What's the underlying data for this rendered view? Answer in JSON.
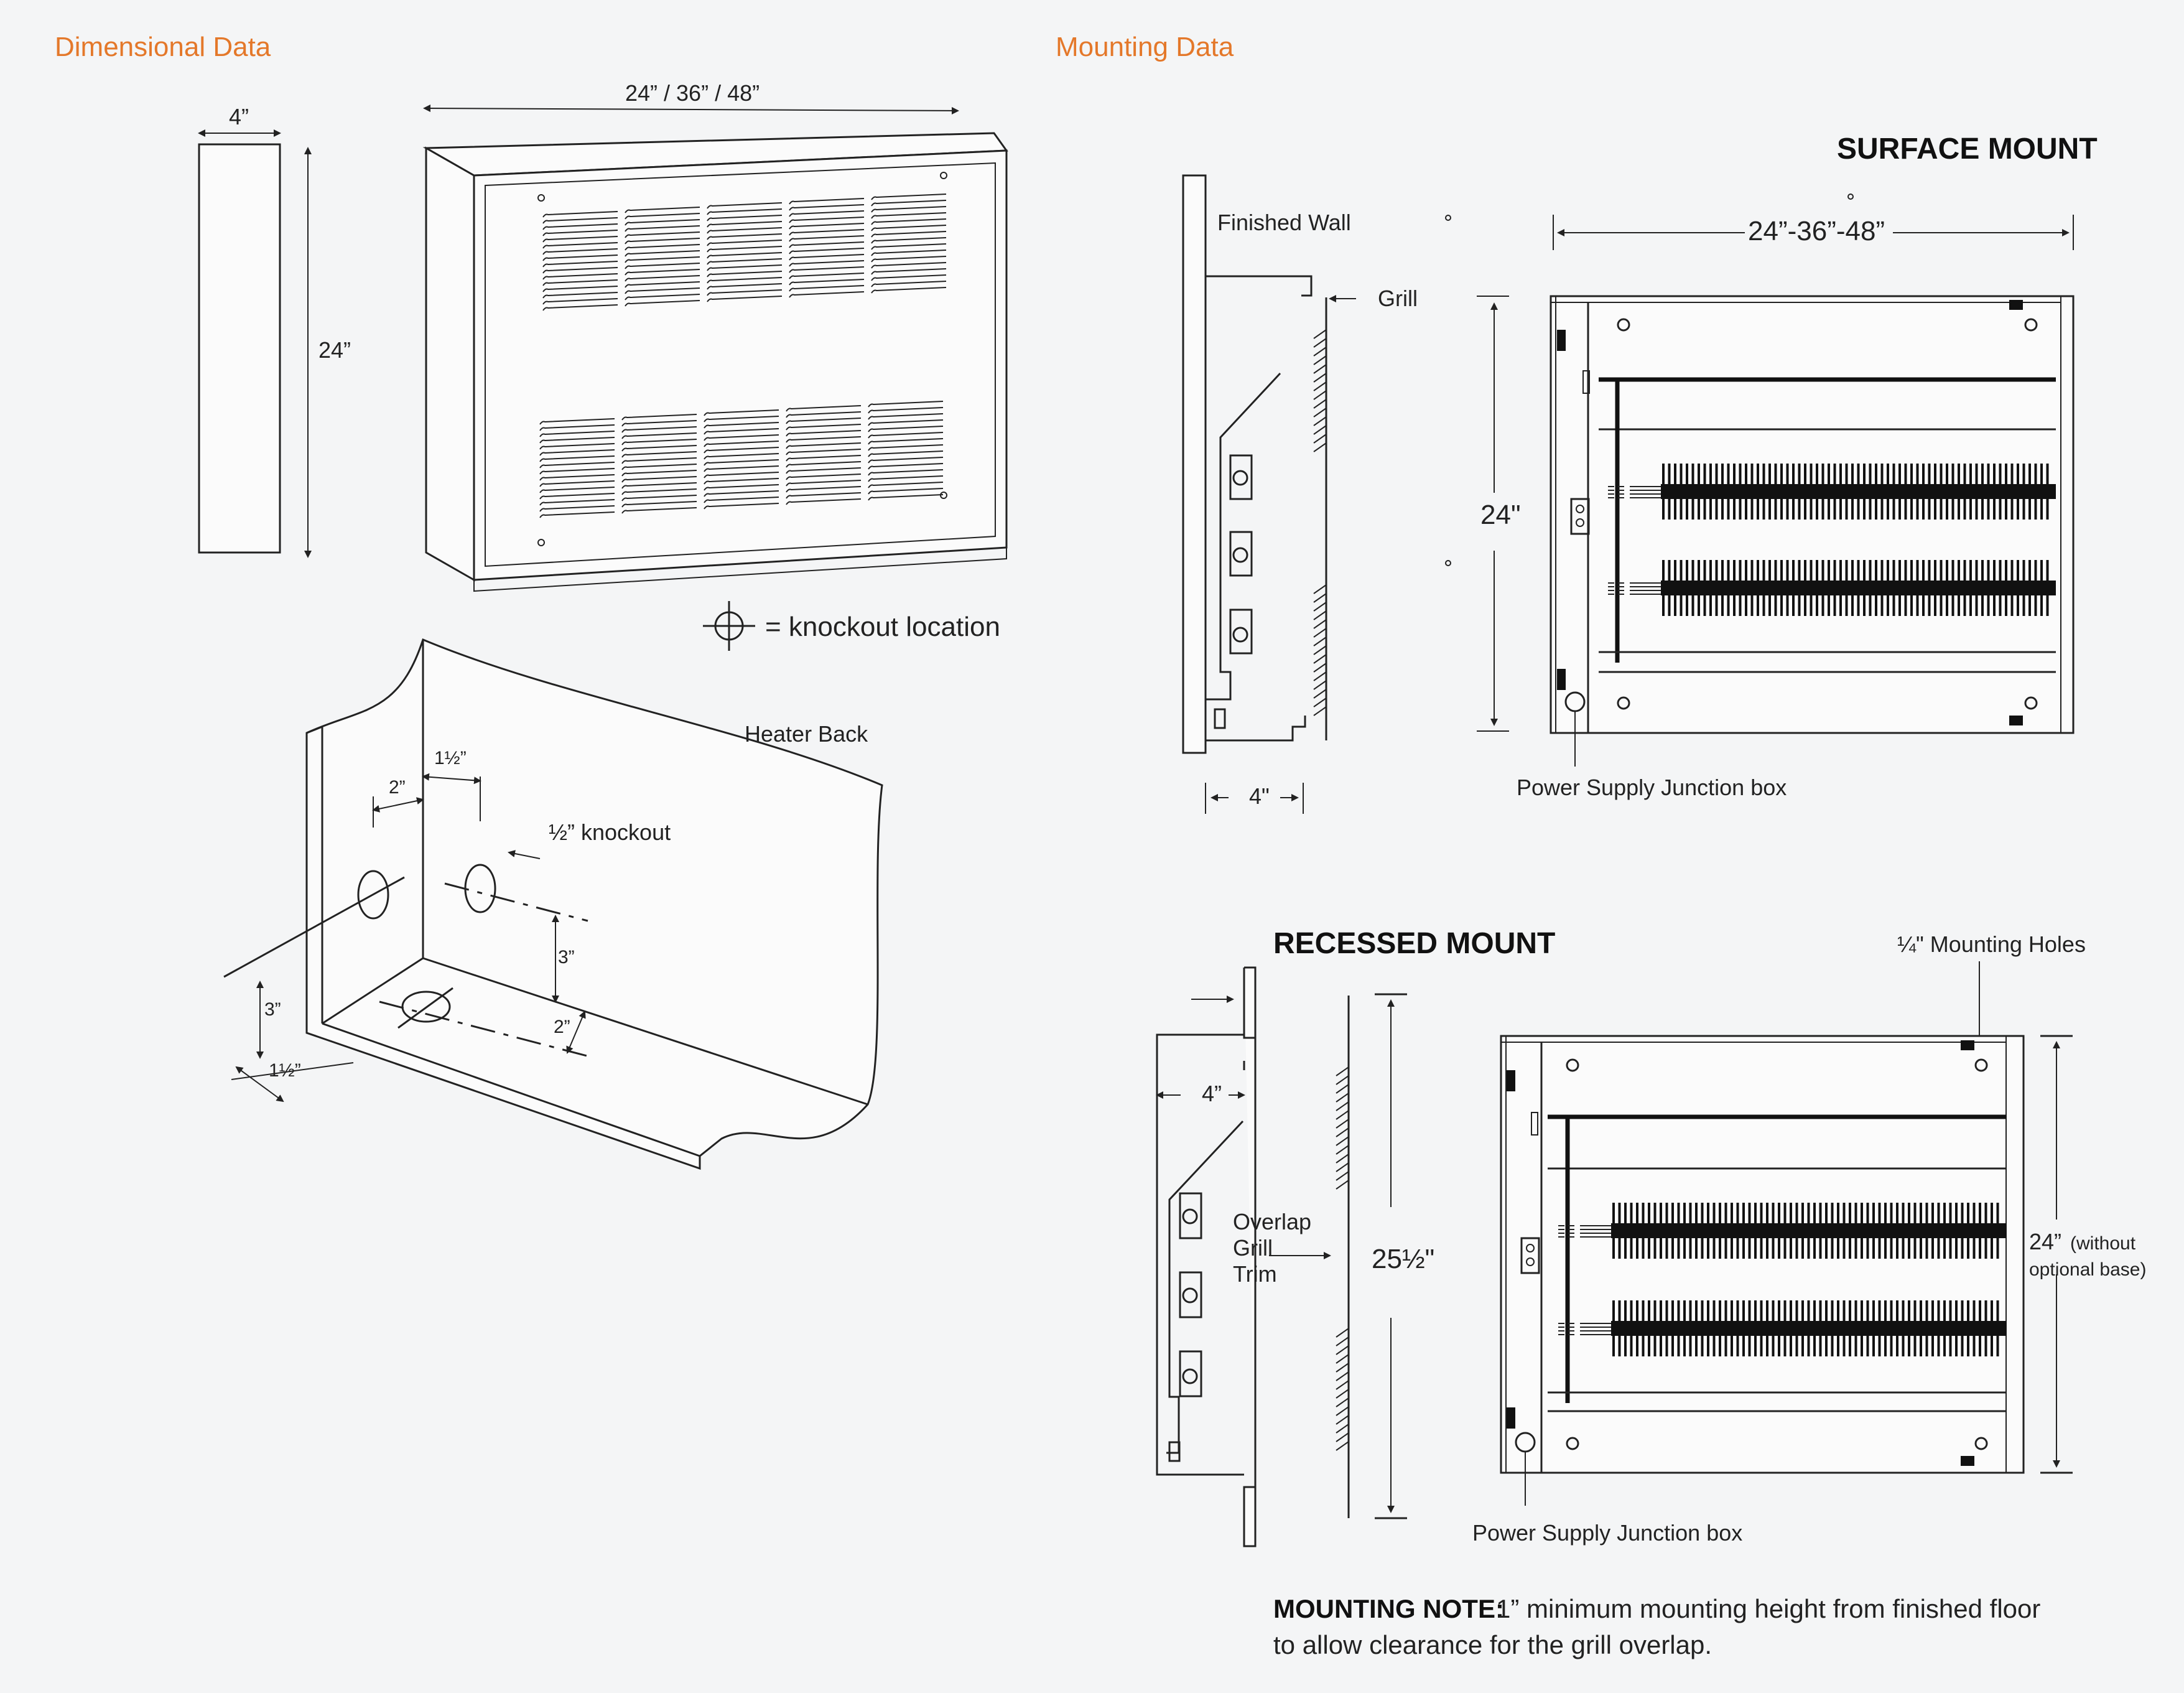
{
  "headers": {
    "dimensional": "Dimensional Data",
    "mounting": "Mounting Data"
  },
  "dimensional": {
    "depth": "4”",
    "height": "24”",
    "width": "24” / 36” / 48”",
    "legend": "= knockout location"
  },
  "heater_back": {
    "title": "Heater Back",
    "knockout": "½” knockout",
    "dim_2_top": "2”",
    "dim_1half_top": "1½”",
    "dim_3_right": "3”",
    "dim_3_left": "3”",
    "dim_2_bottom": "2”",
    "dim_1half_bottom": "1½”"
  },
  "surface": {
    "title": "SURFACE MOUNT",
    "finished_wall": "Finished Wall",
    "grill": "Grill",
    "depth": "4\"",
    "width": "24”-36”-48”",
    "height": "24\"",
    "junction": "Power Supply Junction box"
  },
  "recessed": {
    "title": "RECESSED MOUNT",
    "depth": "4”",
    "overlap_1": "Overlap",
    "overlap_2": "Grill",
    "overlap_3": "Trim",
    "height": "25½\"",
    "mounting_holes": "¼\" Mounting Holes",
    "height_24": "24”",
    "without_1": "(without",
    "without_2": "optional base)",
    "junction": "Power Supply Junction box"
  },
  "note": {
    "label": "MOUNTING NOTE:",
    "line1": "1” minimum mounting height from finished floor",
    "line2": "to allow clearance for the grill overlap."
  }
}
